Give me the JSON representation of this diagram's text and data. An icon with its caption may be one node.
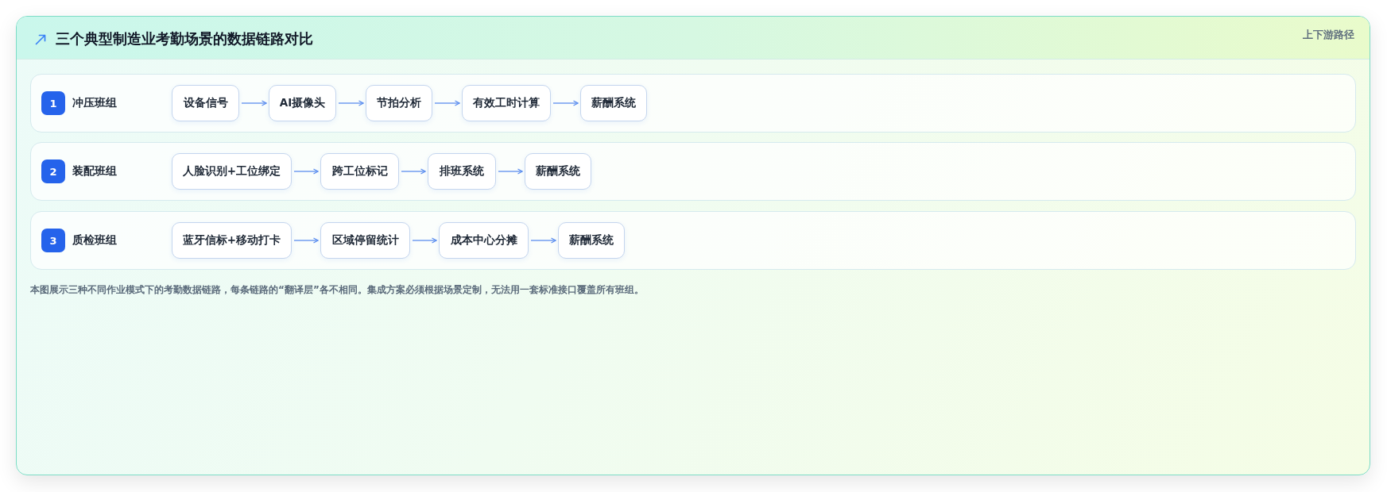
{
  "diagram": {
    "title": "三个典型制造业考勤场景的数据链路对比",
    "caption": "本图展示三种不同作业模式下的考勤数据链路，每条链路的“翻译层”各不相同。集成方案必须根据场景定制，无法用一套标准接口覆盖所有班组。",
    "nodes": [
      {
        "text": [
          "冲压班组"
        ]
      },
      {
        "text": [
          "1"
        ],
        "in": 0
      },
      {
        "text": [
          "设备信号"
        ],
        "in": 0
      },
      {
        "text": [
          "AI摄像头"
        ],
        "in": 0
      },
      {
        "text": [
          "节拍分析"
        ],
        "in": 0
      },
      {
        "text": [
          "有效工时计算"
        ],
        "in": 0
      },
      {
        "text": [
          "薪酬系统"
        ],
        "in": 0
      },
      {
        "text": [
          "装配班组"
        ]
      },
      {
        "text": [
          "2"
        ],
        "in": 7
      },
      {
        "text": [
          "人脸识别+工位绑定"
        ],
        "in": 7
      },
      {
        "text": [
          "跨工位标记"
        ],
        "in": 7
      },
      {
        "text": [
          "排班系统"
        ],
        "in": 7
      },
      {
        "text": [
          "薪酬系统"
        ],
        "in": 7
      },
      {
        "text": [
          "质检班组"
        ]
      },
      {
        "text": [
          "3"
        ],
        "in": 13
      },
      {
        "text": [
          "蓝牙信标+移动打卡"
        ],
        "in": 13
      },
      {
        "text": [
          "区域停留统计"
        ],
        "in": 13
      },
      {
        "text": [
          "成本中心分摊"
        ],
        "in": 13
      },
      {
        "text": [
          "薪酬系统"
        ],
        "in": 13
      }
    ],
    "edges": [
      {
        "from": 2,
        "to": 3,
        "arrow": "to"
      },
      {
        "from": 3,
        "to": 4,
        "arrow": "to"
      },
      {
        "from": 4,
        "to": 5,
        "arrow": "to"
      },
      {
        "from": 5,
        "to": 6,
        "arrow": "to"
      },
      {
        "from": 9,
        "to": 10,
        "arrow": "to"
      },
      {
        "from": 10,
        "to": 11,
        "arrow": "to"
      },
      {
        "from": 11,
        "to": 12,
        "arrow": "to"
      },
      {
        "from": 15,
        "to": 16,
        "arrow": "to"
      },
      {
        "from": 16,
        "to": 17,
        "arrow": "to"
      },
      {
        "from": 17,
        "to": 18,
        "arrow": "to"
      }
    ],
    "labels": [
      "上下游路径"
    ]
  }
}
